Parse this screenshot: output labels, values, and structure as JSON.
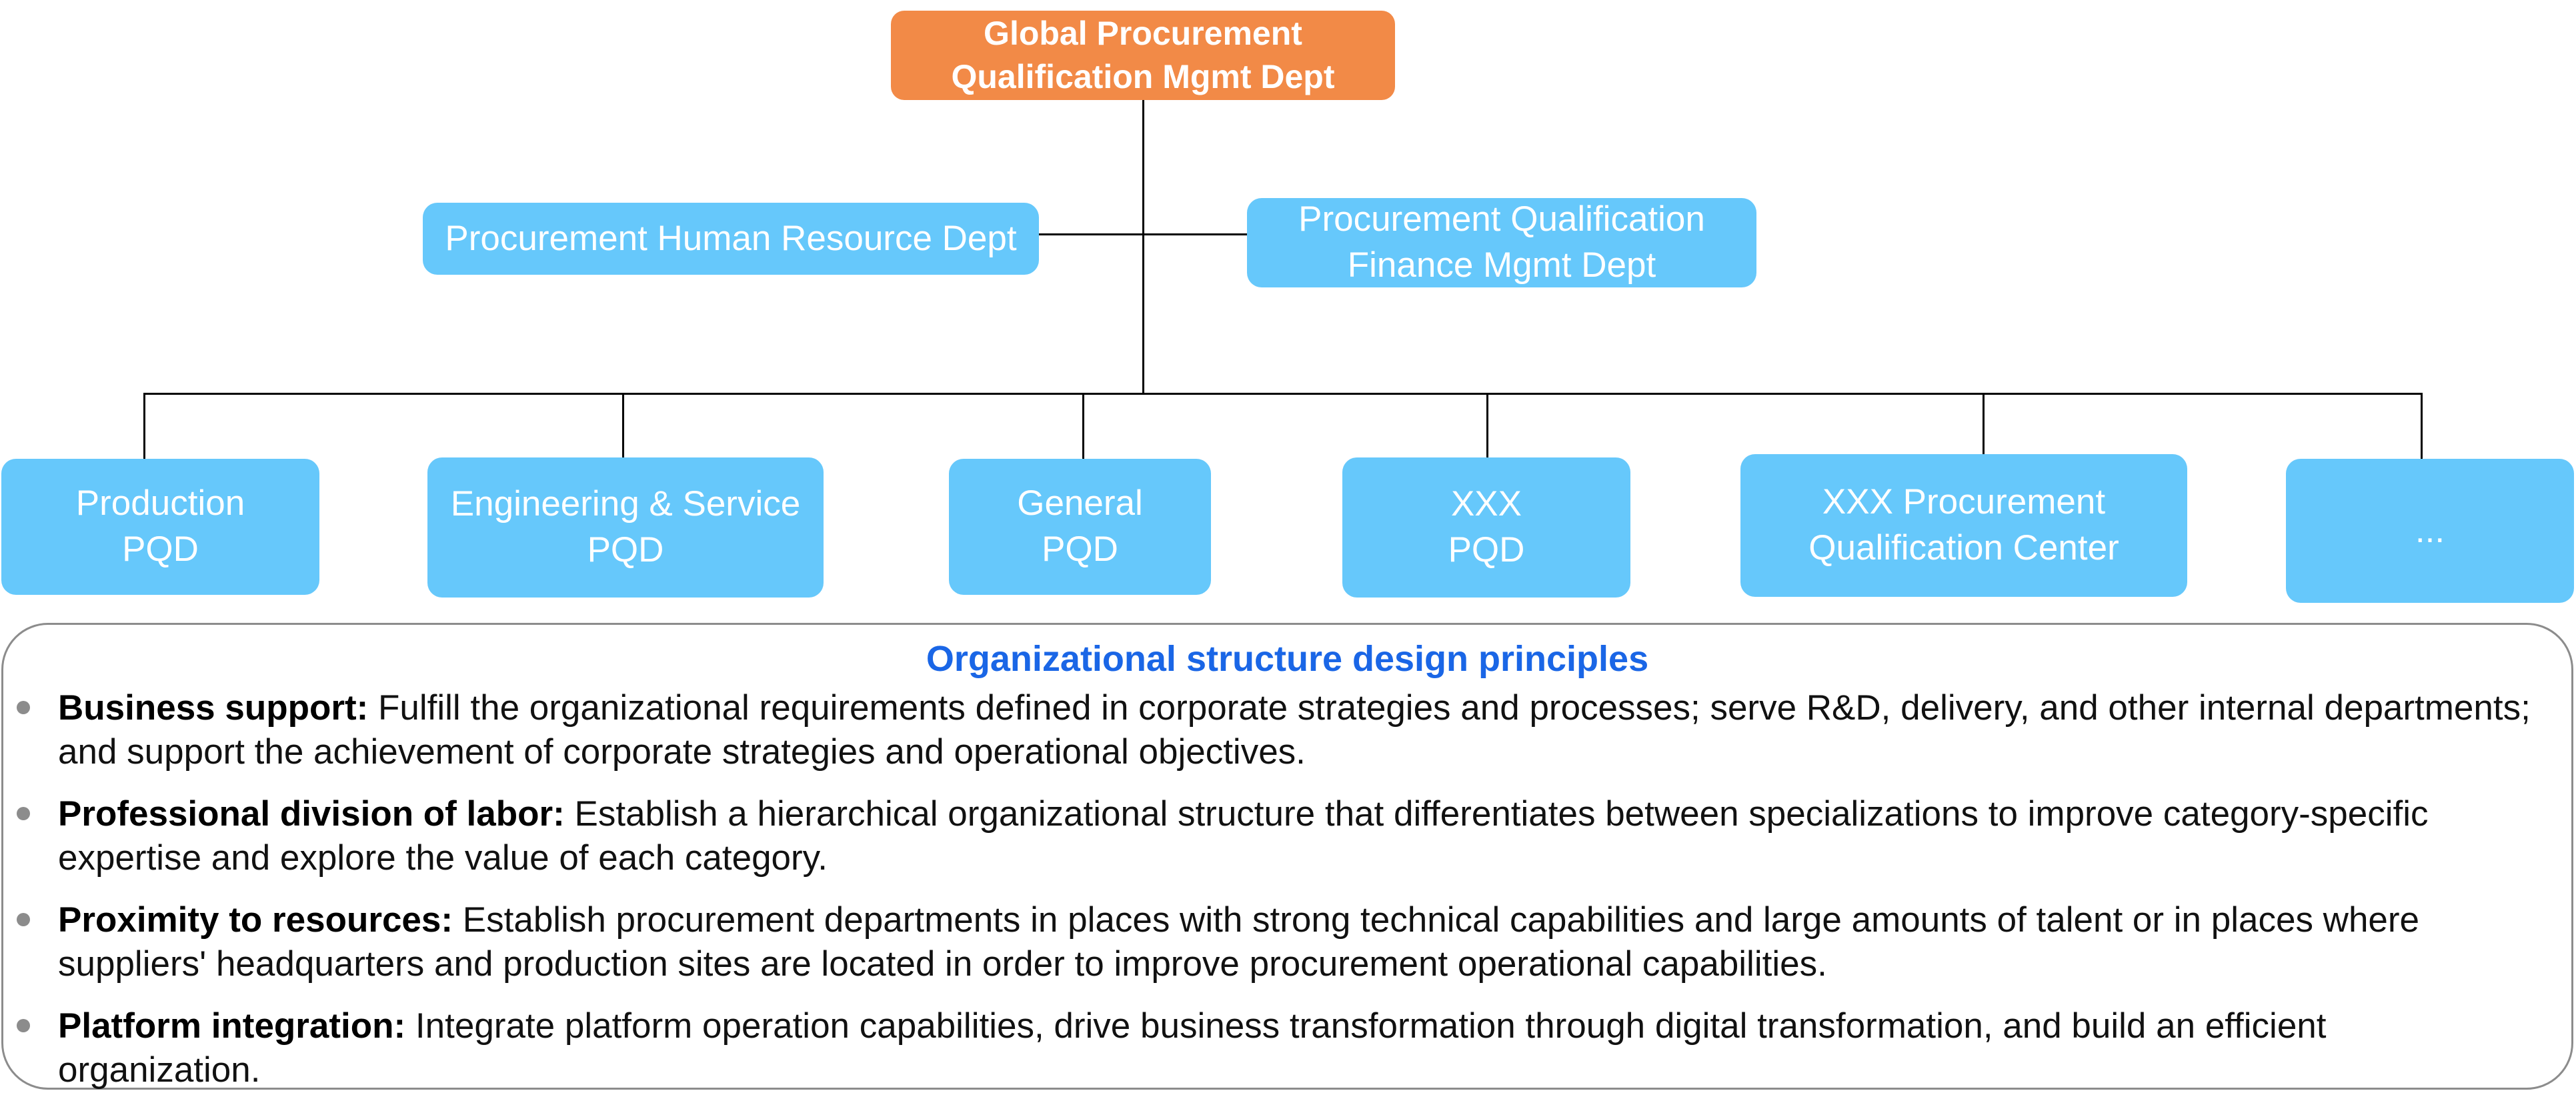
{
  "org_chart": {
    "root": {
      "label": "Global Procurement\nQualification Mgmt Dept"
    },
    "staff": [
      {
        "id": "hr",
        "label": "Procurement Human Resource Dept"
      },
      {
        "id": "finance",
        "label": "Procurement Qualification\nFinance Mgmt Dept"
      }
    ],
    "units": [
      {
        "id": "production",
        "label": "Production\nPQD"
      },
      {
        "id": "engineering",
        "label": "Engineering & Service\nPQD"
      },
      {
        "id": "general",
        "label": "General\nPQD"
      },
      {
        "id": "xxx-pqd",
        "label": "XXX\nPQD"
      },
      {
        "id": "xxx-center",
        "label": "XXX Procurement\nQualification Center"
      },
      {
        "id": "more",
        "label": "..."
      }
    ]
  },
  "principles": {
    "title": "Organizational structure design principles",
    "items": [
      {
        "heading": "Business support:",
        "text": " Fulfill the organizational requirements defined in corporate strategies and processes; serve R&D, delivery, and other internal departments; and support the achievement of corporate strategies and operational objectives."
      },
      {
        "heading": "Professional division of labor:",
        "text": " Establish a hierarchical organizational structure that differentiates between specializations to improve category-specific expertise and explore the value of each category."
      },
      {
        "heading": "Proximity to resources:",
        "text": " Establish procurement departments in places with strong technical capabilities and large amounts of talent or in places where suppliers' headquarters and production sites are located in order to improve procurement operational capabilities."
      },
      {
        "heading": "Platform integration:",
        "text": " Integrate platform operation capabilities, drive business transformation through digital transformation, and build an efficient organization."
      }
    ]
  },
  "colors": {
    "root_fill": "#f28a47",
    "node_fill": "#66c8fb",
    "title_color": "#1a66e6",
    "connector": "#000000",
    "frame_border": "#8c8c8c"
  }
}
